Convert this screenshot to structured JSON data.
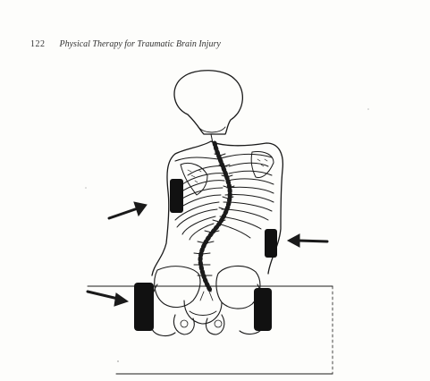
{
  "header": {
    "page_number": "122",
    "running_title": "Physical Therapy for Traumatic Brain Injury"
  },
  "figure": {
    "subject": "seated skeleton viewed from behind with scoliotic spine",
    "supports": [
      "left-thoracic-pad",
      "right-lumbar-pad",
      "left-pelvic-pad",
      "right-pelvic-pad"
    ],
    "arrows": [
      "arrow-left-upper",
      "arrow-right-middle",
      "arrow-left-lower"
    ],
    "colors": {
      "ink": "#1a1a1a",
      "pad": "#111111",
      "paper": "#fdfdfb"
    }
  }
}
